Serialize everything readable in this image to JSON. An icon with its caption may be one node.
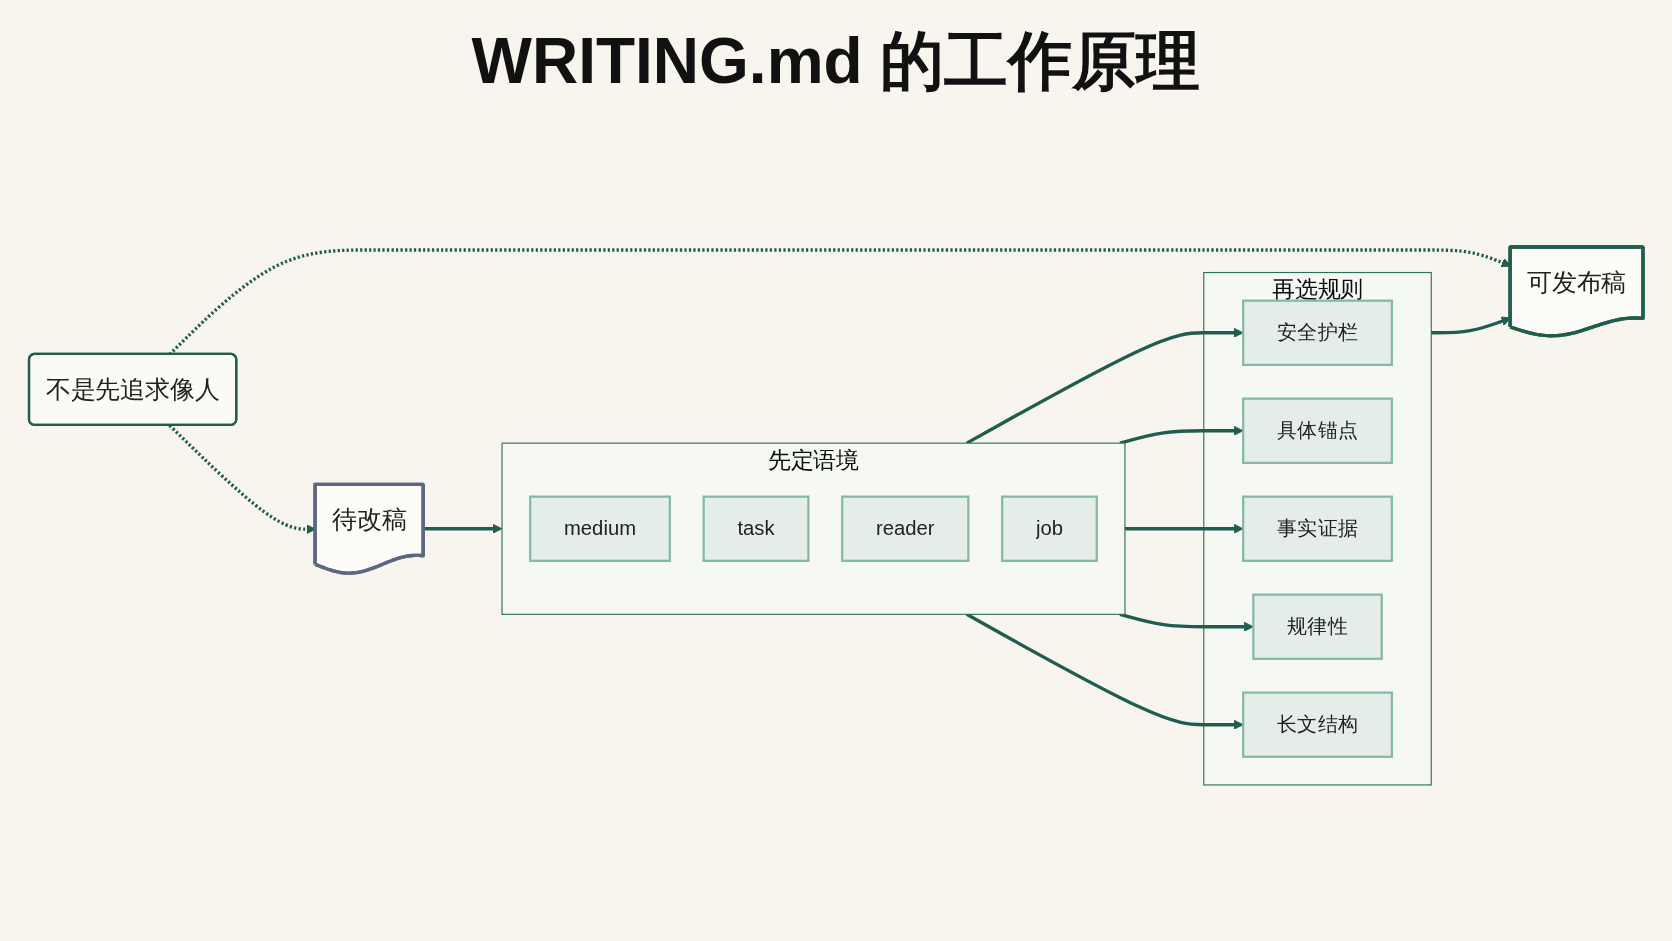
{
  "diagram": {
    "title": "WRITING.md 的工作原理",
    "nodes": [
      {
        "text": [
          "待改稿"
        ]
      },
      {
        "text": [
          "先定语境"
        ]
      },
      {
        "text": [
          "medium"
        ],
        "in": 1
      },
      {
        "text": [
          "task"
        ],
        "in": 1
      },
      {
        "text": [
          "reader"
        ],
        "in": 1
      },
      {
        "text": [
          "job"
        ],
        "in": 1
      },
      {
        "text": [
          "再选规则"
        ]
      },
      {
        "text": [
          "安全护栏"
        ],
        "in": 6
      },
      {
        "text": [
          "具体锚点"
        ],
        "in": 6
      },
      {
        "text": [
          "事实证据"
        ],
        "in": 6
      },
      {
        "text": [
          "规律性"
        ],
        "in": 6
      },
      {
        "text": [
          "长文结构"
        ],
        "in": 6
      },
      {
        "text": [
          "可发布稿"
        ]
      },
      {
        "text": [
          "不是先追求像人"
        ]
      }
    ],
    "edges": [
      {
        "from": 0,
        "to": 1,
        "arrow": "to"
      },
      {
        "from": 1,
        "to": 7,
        "arrow": "to"
      },
      {
        "from": 1,
        "to": 8,
        "arrow": "to"
      },
      {
        "from": 1,
        "to": 9,
        "arrow": "to"
      },
      {
        "from": 1,
        "to": 10,
        "arrow": "to"
      },
      {
        "from": 1,
        "to": 11,
        "arrow": "to"
      },
      {
        "from": 6,
        "to": 12,
        "arrow": "to"
      },
      {
        "from": 13,
        "to": 0,
        "arrow": "to",
        "style": "dashed"
      },
      {
        "from": 13,
        "to": 12,
        "arrow": "to",
        "style": "dashed"
      }
    ]
  }
}
